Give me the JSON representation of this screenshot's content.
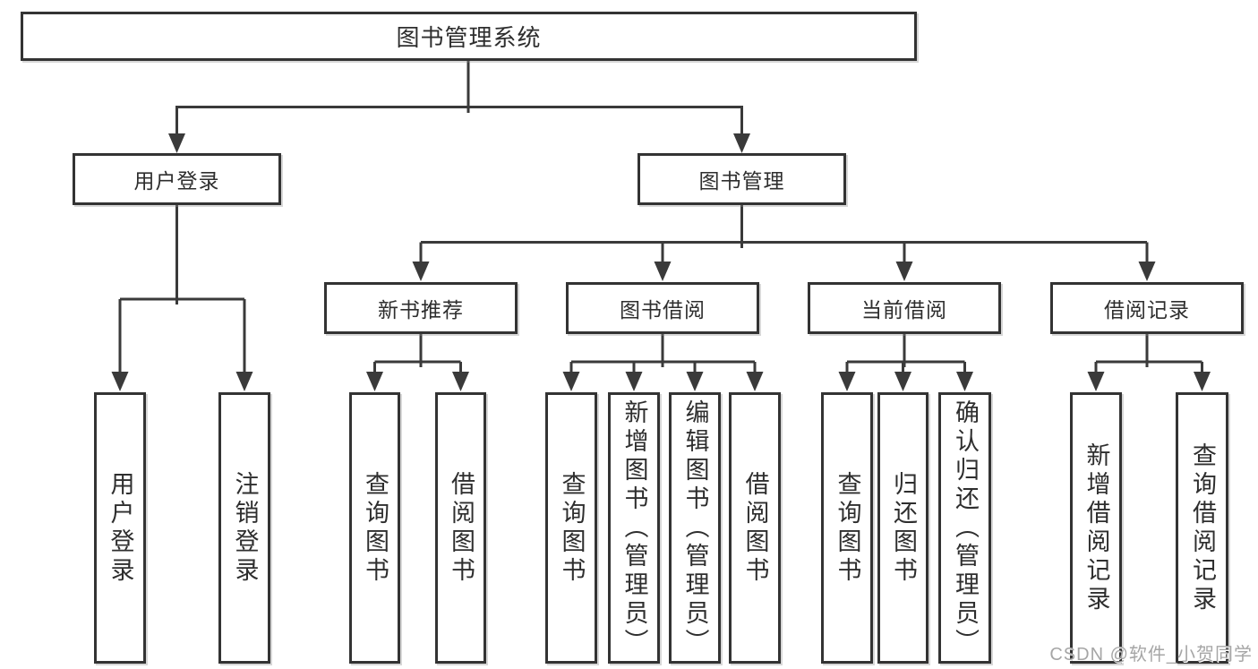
{
  "diagram": {
    "root": {
      "label": "图书管理系统"
    },
    "branches": [
      {
        "label": "用户登录",
        "children": [
          {
            "label": "用户登录"
          },
          {
            "label": "注销登录"
          }
        ]
      },
      {
        "label": "图书管理",
        "children": [
          {
            "label": "新书推荐",
            "children": [
              {
                "label": "查询图书"
              },
              {
                "label": "借阅图书"
              }
            ]
          },
          {
            "label": "图书借阅",
            "children": [
              {
                "label": "查询图书"
              },
              {
                "label": "新增图书（管理员）"
              },
              {
                "label": "编辑图书（管理员）"
              },
              {
                "label": "借阅图书"
              }
            ]
          },
          {
            "label": "当前借阅",
            "children": [
              {
                "label": "查询图书"
              },
              {
                "label": "归还图书"
              },
              {
                "label": "确认归还（管理员）"
              }
            ]
          },
          {
            "label": "借阅记录",
            "children": [
              {
                "label": "新增借阅记录"
              },
              {
                "label": "查询借阅记录"
              }
            ]
          }
        ]
      }
    ]
  },
  "watermark": {
    "text": "CSDN @软件_小贺同学"
  },
  "colors": {
    "line": "#3a3a3a",
    "box_border": "#333333",
    "text": "#2e2e2e",
    "watermark": "#a6a6a6",
    "background": "#ffffff"
  }
}
